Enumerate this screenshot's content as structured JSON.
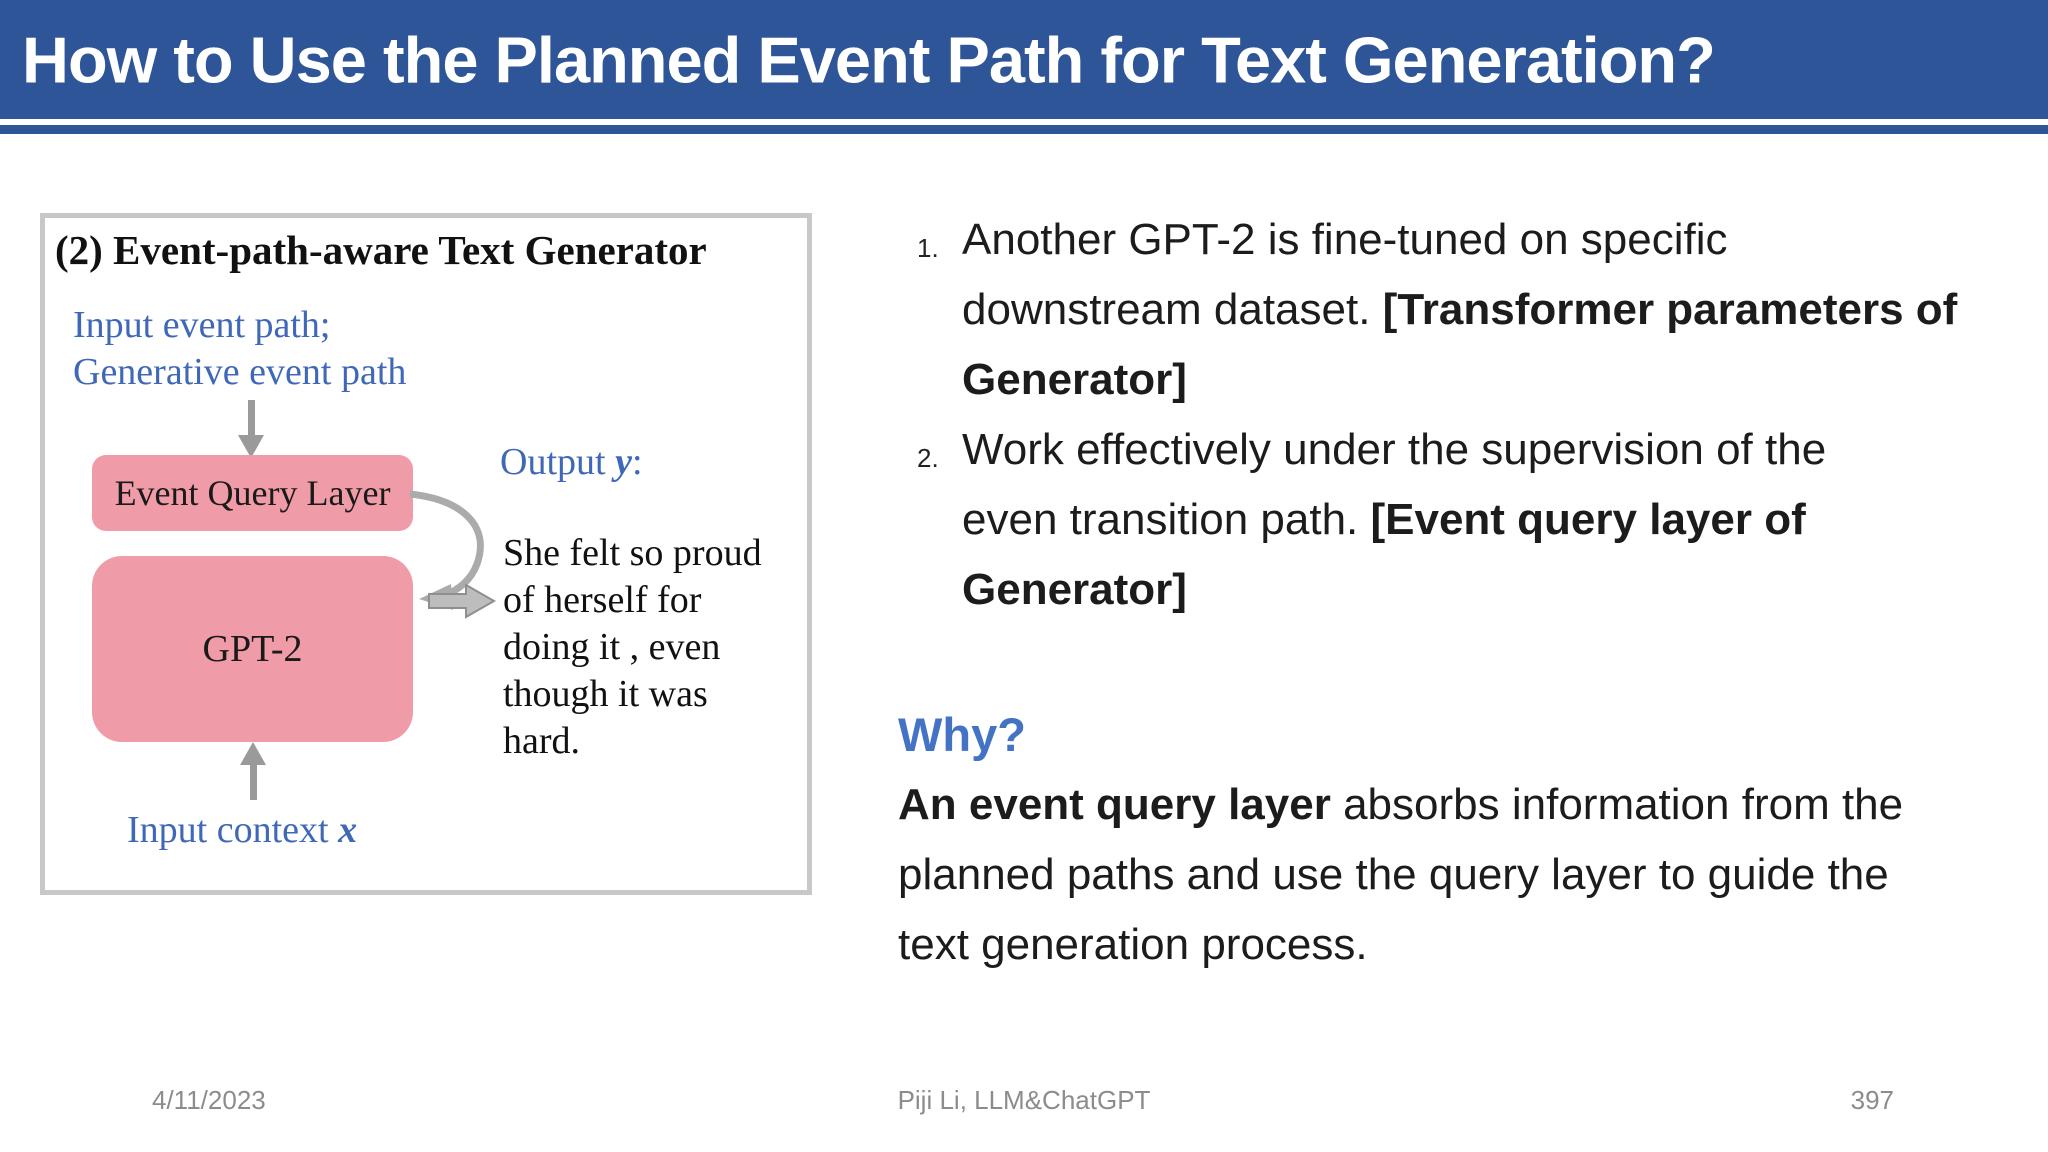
{
  "header": {
    "title": "How to Use the Planned Event Path for Text Generation?"
  },
  "diagram": {
    "heading": "(2) Event-path-aware Text Generator",
    "input_line1": "Input event path;",
    "input_line2": "Generative event path",
    "box1_label": "Event Query Layer",
    "box2_label": "GPT-2",
    "output_label": "Output ",
    "output_var": "y",
    "output_colon": ":",
    "output_lines": [
      "She felt so proud",
      "of herself for",
      "doing it , even",
      "though it was",
      "hard."
    ],
    "context_label": "Input context ",
    "context_var": "x",
    "icons": [
      "arrow-down-icon",
      "arrow-up-icon",
      "curved-arrow-icon",
      "block-arrow-right-icon"
    ]
  },
  "content": {
    "items": [
      {
        "number": "1.",
        "line1": "Another GPT-2 is fine-tuned on specific",
        "line2_normal": "downstream dataset. ",
        "line2_bold": "[Transformer parameters of",
        "line3_bold": "Generator]"
      },
      {
        "number": "2.",
        "line1": "Work effectively under the supervision of the",
        "line2_normal": "even transition path. ",
        "line2_bold": "[Event query layer of",
        "line3_bold": "Generator]"
      }
    ],
    "why_label": "Why?",
    "para_line1_bold": "An event query layer",
    "para_line1_rest": " absorbs information from the",
    "para_line2": "planned paths and use the query layer to guide the",
    "para_line3": "text generation process."
  },
  "footer": {
    "date": "4/11/2023",
    "credit": "Piji Li, LLM&ChatGPT",
    "page": "397"
  },
  "colors": {
    "header_bg": "#2E5597",
    "accent_blue": "#4472C4",
    "diagram_label_blue": "#4068B8",
    "box_pink": "#F09CA8",
    "arrow_gray": "#A8A8A8",
    "frame_gray": "#C8C8C8",
    "footer_gray": "#8C8C8C"
  }
}
